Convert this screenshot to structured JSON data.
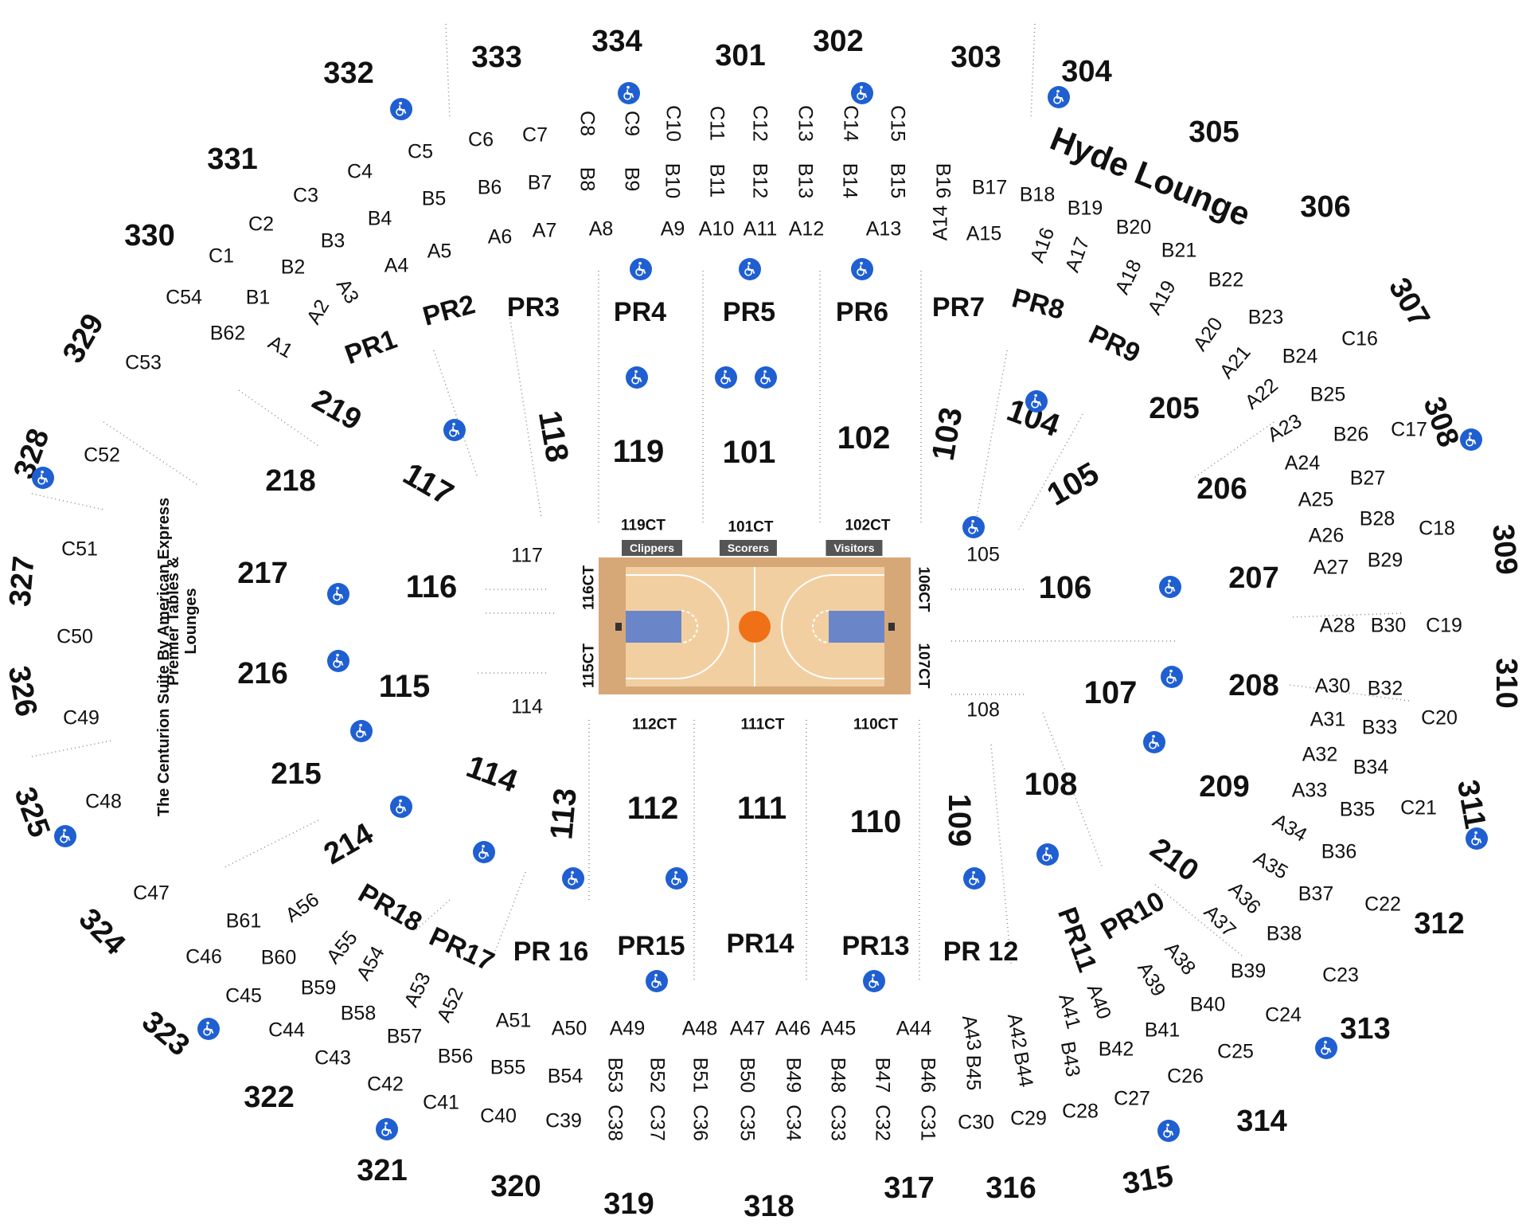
{
  "map": {
    "colors": {
      "court_wood": "#f2cfa1",
      "court_apron": "#d6a878",
      "paint": "#6b86c8",
      "center_circle": "#f07018",
      "wheelchair": "#1f5fd1",
      "tag_bg": "#555555"
    },
    "court_tags": {
      "home": "Clippers",
      "scorers": "Scorers",
      "visitors": "Visitors"
    },
    "vertical_texts": {
      "centurion": "The Centurion Suite By American Express",
      "premier": "Premier Tables &",
      "lounges": "Lounges"
    },
    "hyde": "Hyde Lounge",
    "sections_300": [
      "301",
      "302",
      "303",
      "304",
      "305",
      "306",
      "307",
      "308",
      "309",
      "310",
      "311",
      "312",
      "313",
      "314",
      "315",
      "316",
      "317",
      "318",
      "319",
      "320",
      "321",
      "322",
      "323",
      "324",
      "325",
      "326",
      "327",
      "328",
      "329",
      "330",
      "331",
      "332",
      "333",
      "334"
    ],
    "sections_200": [
      "205",
      "206",
      "207",
      "208",
      "209",
      "210",
      "214",
      "215",
      "216",
      "217",
      "218",
      "219"
    ],
    "sections_100": [
      "101",
      "102",
      "103",
      "104",
      "105",
      "106",
      "107",
      "108",
      "109",
      "110",
      "111",
      "112",
      "113",
      "114",
      "115",
      "116",
      "117",
      "118",
      "119"
    ],
    "premium": [
      "PR1",
      "PR2",
      "PR3",
      "PR4",
      "PR5",
      "PR6",
      "PR7",
      "PR8",
      "PR9",
      "PR10",
      "PR11",
      "PR 12",
      "PR13",
      "PR14",
      "PR15",
      "PR 16",
      "PR17",
      "PR18"
    ],
    "courtside": [
      "119CT",
      "101CT",
      "102CT",
      "112CT",
      "111CT",
      "110CT",
      "116CT",
      "115CT",
      "106CT",
      "107CT"
    ],
    "rows": {
      "A": [
        "A1",
        "A2",
        "A3",
        "A5",
        "A4",
        "A6",
        "A7",
        "A8",
        "A9",
        "A10",
        "A11",
        "A12",
        "A13",
        "A14",
        "A15",
        "A16",
        "A17",
        "A18",
        "A19",
        "A20",
        "A21",
        "A22",
        "A23",
        "A24",
        "A25",
        "A26",
        "A27",
        "A28",
        "A30",
        "A31",
        "A32",
        "A33",
        "A34",
        "A35",
        "A36",
        "A37",
        "A38",
        "A39",
        "A40",
        "A41",
        "A42",
        "A43",
        "A44",
        "A45",
        "A46",
        "A47",
        "A48",
        "A49",
        "A50",
        "A51",
        "A52",
        "A53",
        "A54",
        "A55",
        "A56"
      ],
      "B": [
        "B1",
        "B2",
        "B3",
        "B4",
        "B5",
        "B6",
        "B7",
        "B8",
        "B9",
        "B10",
        "B11",
        "B12",
        "B13",
        "B14",
        "B15",
        "B16",
        "B17",
        "B18",
        "B19",
        "B20",
        "B21",
        "B22",
        "B23",
        "B24",
        "B25",
        "B26",
        "B27",
        "B28",
        "B29",
        "B30",
        "B32",
        "B33",
        "B34",
        "B35",
        "B36",
        "B37",
        "B38",
        "B39",
        "B40",
        "B41",
        "B42",
        "B43",
        "B44",
        "B45",
        "B46",
        "B47",
        "B48",
        "B49",
        "B50",
        "B51",
        "B52",
        "B53",
        "B54",
        "B55",
        "B56",
        "B57",
        "B58",
        "B59",
        "B60",
        "B61",
        "B62"
      ],
      "C": [
        "C1",
        "C2",
        "C3",
        "C4",
        "C5",
        "C6",
        "C7",
        "C8",
        "C9",
        "C10",
        "C11",
        "C12",
        "C13",
        "C14",
        "C15",
        "C16",
        "C17",
        "C18",
        "C19",
        "C20",
        "C21",
        "C22",
        "C23",
        "C24",
        "C25",
        "C26",
        "C27",
        "C28",
        "C29",
        "C30",
        "C31",
        "C32",
        "C33",
        "C34",
        "C35",
        "C36",
        "C37",
        "C38",
        "C39",
        "C40",
        "C41",
        "C42",
        "C43",
        "C44",
        "C45",
        "C46",
        "C47",
        "C48",
        "C49",
        "C50",
        "C51",
        "C52",
        "C53",
        "C54"
      ]
    },
    "floor_rows": [
      "117",
      "114",
      "105",
      "108"
    ]
  }
}
